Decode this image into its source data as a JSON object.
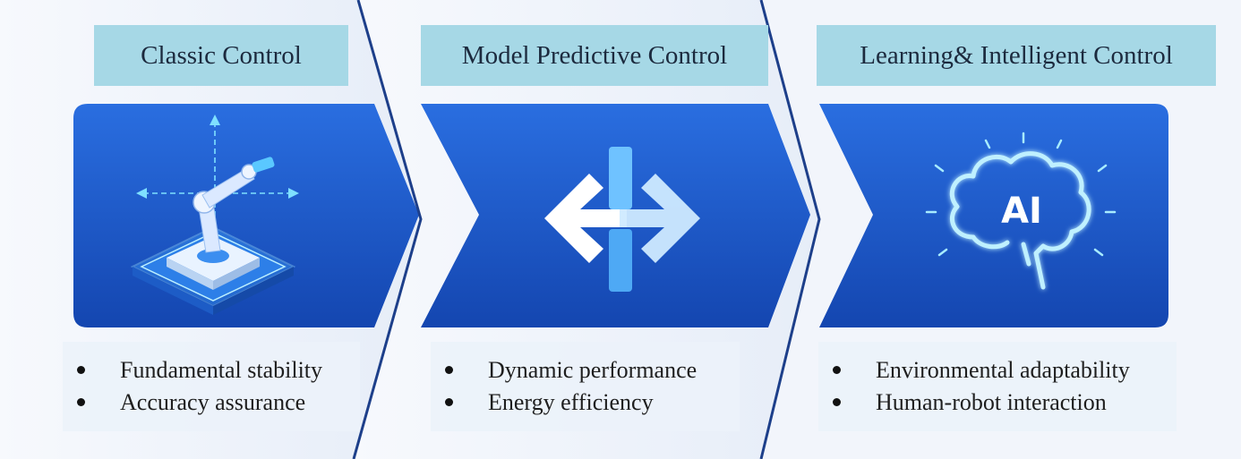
{
  "stages": [
    {
      "title": "Classic Control",
      "icon": "robot-arm-icon",
      "bullets": [
        "Fundamental stability",
        "Accuracy assurance"
      ]
    },
    {
      "title": "Model Predictive Control",
      "icon": "bidirectional-arrows-icon",
      "bullets": [
        "Dynamic performance",
        "Energy efficiency"
      ]
    },
    {
      "title": "Learning& Intelligent Control",
      "icon": "ai-brain-icon",
      "icon_text": "AI",
      "bullets": [
        "Environmental adaptability",
        "Human-robot interaction"
      ]
    }
  ],
  "colors": {
    "banner": "#1a56c8",
    "banner_dark": "#1444a8",
    "title_box": "#a6d8e6",
    "divider_line": "#1d3f8a",
    "glow": "#9fe0ff"
  }
}
